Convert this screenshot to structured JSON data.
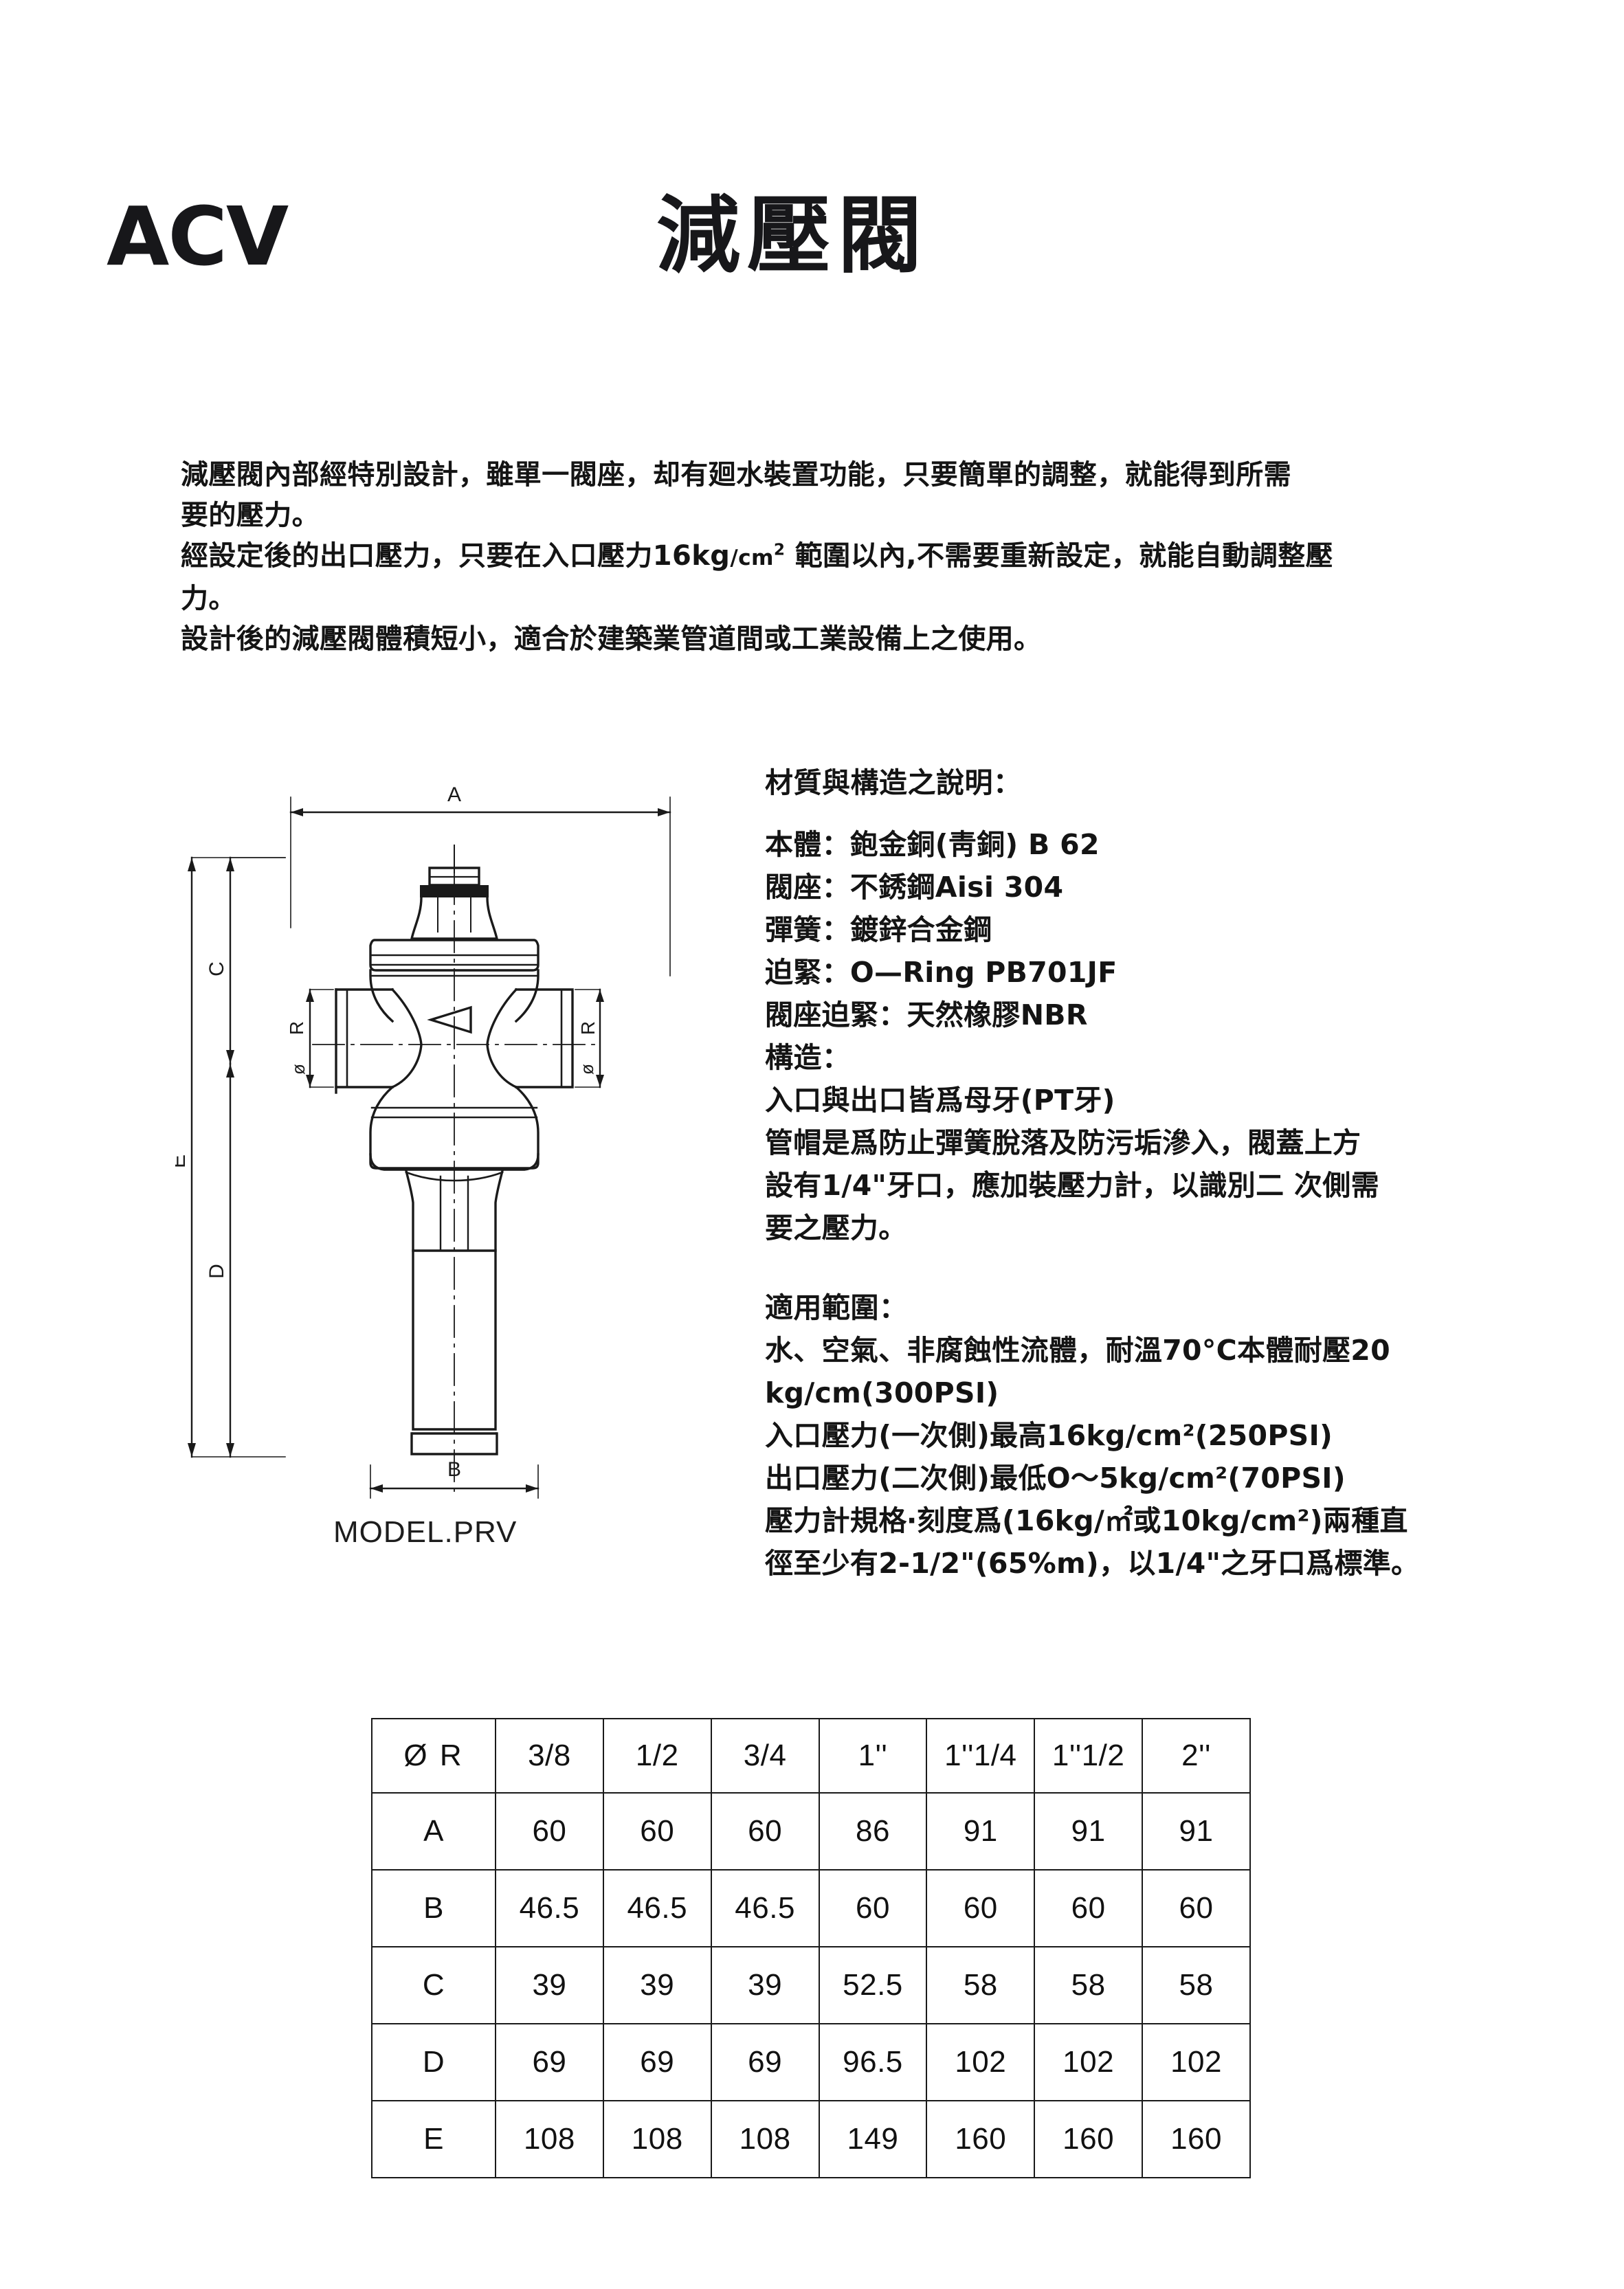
{
  "header": {
    "brand": "ACV",
    "product_title": "減壓閥"
  },
  "intro": {
    "lines": [
      "減壓閥內部經特別設計，雖單一閥座，却有廻水裝置功能，只要簡單的調整，就能得到所需",
      "要的壓力。",
      "經設定後的出口壓力，只要在入口壓力16kg/cm² 範圍以內,不需要重新設定，就能自動調整壓",
      "力。",
      "設計後的減壓閥體積短小，適合於建築業管道間或工業設備上之使用。"
    ],
    "line3_prefix": "經設定後的出口壓力，只要在入口壓力16kg",
    "line3_unit": "/cm",
    "line3_sup": "2",
    "line3_suffix": " 範圍以內,不需要重新設定，就能自動調整壓"
  },
  "drawing": {
    "model_label": "MODEL.PRV",
    "dim_a": "A",
    "dim_b": "B",
    "dim_c": "C",
    "dim_d": "D",
    "dim_e": "E",
    "dim_r_left": "R",
    "dim_r_right": "R",
    "diameter_symbol": "ø",
    "flow_arrow": "flow-direction-arrow"
  },
  "materials": {
    "heading": "材質與構造之說明：",
    "items": [
      "本體：鉋金銅(靑銅) B 62",
      "閥座：不銹鋼Aisi 304",
      "彈簧：鍍鋅合金鋼",
      "迫緊：O—Ring PB701JF",
      "閥座迫緊：天然橡膠NBR"
    ],
    "structure_heading": "構造：",
    "structure_lines": [
      "入口與出口皆爲母牙(PT牙)",
      "管帽是爲防止彈簧脫落及防污垢滲入，閥蓋上方",
      "設有1/4\"牙口，應加裝壓力計，以識別二 次側需",
      "要之壓力。"
    ]
  },
  "usage": {
    "heading": "適用範圍：",
    "lines": [
      "水、空氣、非腐蝕性流體，耐溫70°C本體耐壓20",
      "kg/cm(300PSI)",
      "入口壓力(一次側)最高16kg/cm²(250PSI)",
      "出口壓力(二次側)最低O～5kg/cm²(70PSI)",
      "壓力計規格‧刻度爲(16kg/㎡或10kg/cm²)兩種直",
      "徑至少有2-1/2\"(65%m)，以1/4\"之牙口爲標準。"
    ]
  },
  "dimension_table": {
    "corner_label": "Ø R",
    "sizes": [
      "3/8",
      "1/2",
      "3/4",
      "1''",
      "1''1/4",
      "1''1/2",
      "2''"
    ],
    "rows": [
      {
        "label": "A",
        "values": [
          "60",
          "60",
          "60",
          "86",
          "91",
          "91",
          "91"
        ]
      },
      {
        "label": "B",
        "values": [
          "46.5",
          "46.5",
          "46.5",
          "60",
          "60",
          "60",
          "60"
        ]
      },
      {
        "label": "C",
        "values": [
          "39",
          "39",
          "39",
          "52.5",
          "58",
          "58",
          "58"
        ]
      },
      {
        "label": "D",
        "values": [
          "69",
          "69",
          "69",
          "96.5",
          "102",
          "102",
          "102"
        ]
      },
      {
        "label": "E",
        "values": [
          "108",
          "108",
          "108",
          "149",
          "160",
          "160",
          "160"
        ]
      }
    ]
  },
  "colors": {
    "ink": "#1a1a1a",
    "paper": "#ffffff"
  }
}
